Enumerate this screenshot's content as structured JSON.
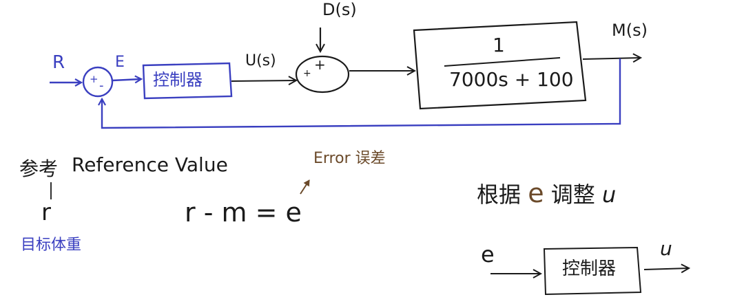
{
  "colors": {
    "feedback_blue": "#3a3fc0",
    "ink_black": "#1a1a1a",
    "error_brown": "#6b4a2a",
    "background": "#ffffff"
  },
  "block_diagram": {
    "input_label": "R",
    "error_label": "E",
    "summer1_signs": {
      "plus": "+",
      "minus": "-"
    },
    "controller_label": "控制器",
    "control_signal_label": "U(s)",
    "disturbance_label": "D(s)",
    "summer2_signs": {
      "top": "+",
      "left": "+"
    },
    "plant": {
      "numerator": "1",
      "denominator": "7000s + 100"
    },
    "output_label": "M(s)"
  },
  "notes": {
    "reference_cn": "参考",
    "reference_en": "Reference Value",
    "r_symbol": "r",
    "target_weight_cn": "目标体重",
    "equation": "r - m = e",
    "error_annotation": "Error 误差",
    "rule_prefix": "根据",
    "rule_e": "e",
    "rule_suffix": "调整",
    "rule_u": "u"
  },
  "mini_diagram": {
    "input": "e",
    "block": "控制器",
    "output": "u"
  }
}
